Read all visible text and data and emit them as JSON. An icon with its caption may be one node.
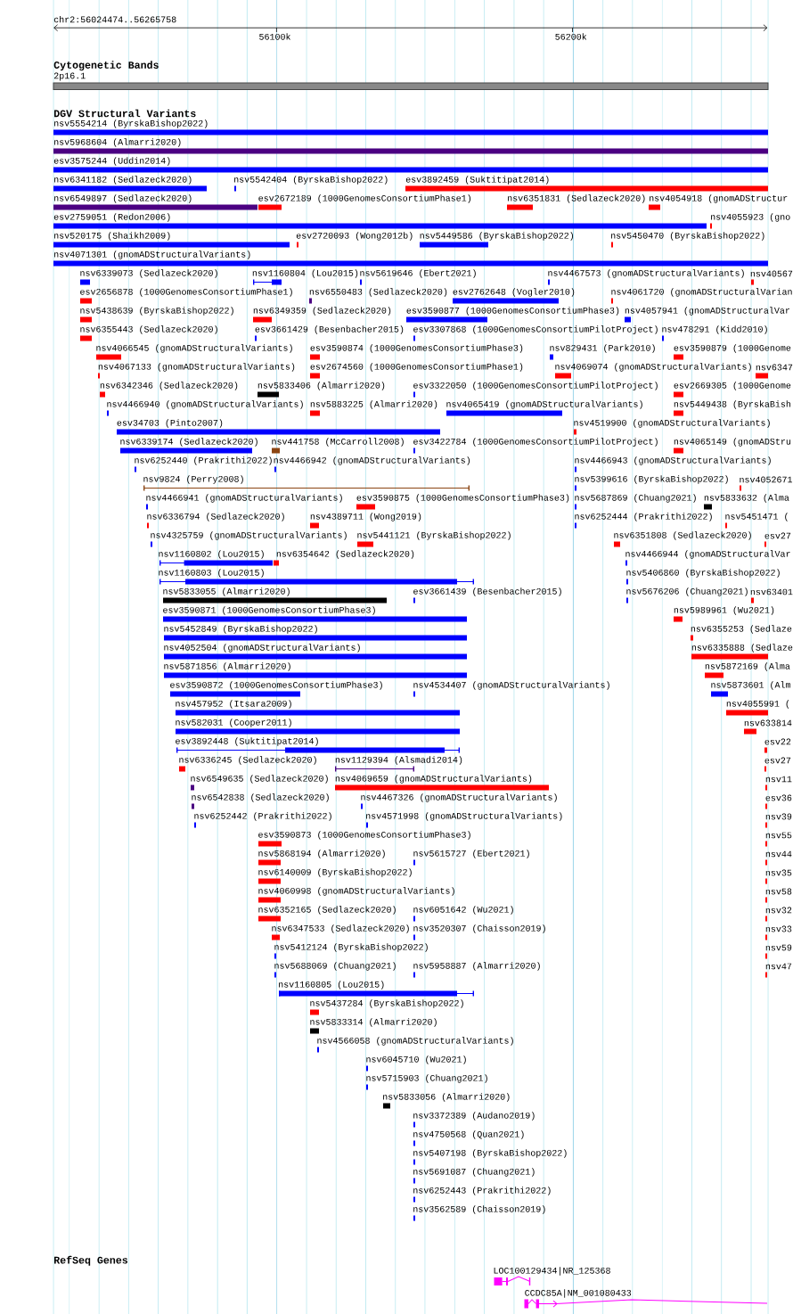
{
  "diagram": {
    "labels": [
      "chr2:56024474..56265758",
      "56100k",
      "56200k",
      "Cytogenetic Bands",
      "2p16.1",
      "DGV Structural Variants",
      "nsv5554214 (ByrskaBishop2022)",
      "nsv5968604 (Almarri2020)",
      "esv3575244 (Uddin2014)",
      "nsv6341182 (Sedlazeck2020)",
      "nsv5542404 (ByrskaBishop2022)",
      "esv3892459 (Suktitipat2014)",
      "nsv6549897 (Sedlazeck2020)",
      "esv2672189 (1000GenomesConsortiumPhase1)",
      "nsv6351831 (Sedlazeck2020)",
      "nsv4054918 (gnomADStructur",
      "esv2759051 (Redon2006)",
      "nsv4055923 (gno",
      "nsv520175 (Shaikh2009)",
      "esv2720093 (Wong2012b)",
      "nsv5449586 (ByrskaBishop2022)",
      "nsv5450470 (ByrskaBishop2022)",
      "nsv4071301 (gnomADStructuralVariants)",
      "nsv6339073 (Sedlazeck2020)",
      "nsv1160804 (Lou2015)",
      "nsv5619646 (Ebert2021)",
      "nsv4467573 (gnomADStructuralVariants)",
      "nsv40567",
      "esv2656878 (1000GenomesConsortiumPhase1)",
      "nsv6550483 (Sedlazeck2020)",
      "esv2762648 (Vogler2010)",
      "nsv4061720 (gnomADStructuralVarian",
      "nsv5438639 (ByrskaBishop2022)",
      "nsv6349359 (Sedlazeck2020)",
      "esv3590877 (1000GenomesConsortiumPhase3)",
      "nsv4057941 (gnomADStructuralVar",
      "nsv6355443 (Sedlazeck2020)",
      "esv3661429 (Besenbacher2015)",
      "esv3307868 (1000GenomesConsortiumPilotProject)",
      "nsv478291 (Kidd2010)",
      "nsv4066545 (gnomADStructuralVariants)",
      "esv3590874 (1000GenomesConsortiumPhase3)",
      "nsv829431 (Park2010)",
      "esv3590879 (1000Genome",
      "nsv4067133 (gnomADStructuralVariants)",
      "esv2674560 (1000GenomesConsortiumPhase1)",
      "nsv4069074 (gnomADStructuralVariants)",
      "nsv6347",
      "nsv6342346 (Sedlazeck2020)",
      "nsv5833406 (Almarri2020)",
      "esv3322050 (1000GenomesConsortiumPilotProject)",
      "esv2669305 (1000Genome",
      "nsv4466940 (gnomADStructuralVariants)",
      "nsv5883225 (Almarri2020)",
      "nsv4065419 (gnomADStructuralVariants)",
      "nsv5449438 (ByrskaBish",
      "esv34703 (Pinto2007)",
      "nsv4519900 (gnomADStructuralVariants)",
      "nsv6339174 (Sedlazeck2020)",
      "nsv441758 (McCarroll2008)",
      "esv3422784 (1000GenomesConsortiumPilotProject)",
      "nsv4065149 (gnomADStru",
      "nsv6252440 (Prakrithi2022)",
      "nsv4466942 (gnomADStructuralVariants)",
      "nsv4466943 (gnomADStructuralVariants)",
      "nsv9824 (Perry2008)",
      "nsv5399616 (ByrskaBishop2022)",
      "nsv4052671",
      "nsv4466941 (gnomADStructuralVariants)",
      "esv3590875 (1000GenomesConsortiumPhase3)",
      "nsv5687869 (Chuang2021)",
      "nsv5833632 (Alma",
      "nsv6336794 (Sedlazeck2020)",
      "nsv4389711 (Wong2019)",
      "nsv6252444 (Prakrithi2022)",
      "nsv5451471 (",
      "nsv4325759 (gnomADStructuralVariants)",
      "nsv5441121 (ByrskaBishop2022)",
      "nsv6351808 (Sedlazeck2020)",
      "esv27",
      "nsv1160802 (Lou2015)",
      "nsv6354642 (Sedlazeck2020)",
      "nsv4466944 (gnomADStructuralVar",
      "nsv1160803 (Lou2015)",
      "nsv5406860 (ByrskaBishop2022)",
      "nsv5833055 (Almarri2020)",
      "esv3661439 (Besenbacher2015)",
      "nsv5676206 (Chuang2021)",
      "nsv63401",
      "esv3590871 (1000GenomesConsortiumPhase3)",
      "nsv5989961 (Wu2021)",
      "nsv5452849 (ByrskaBishop2022)",
      "nsv6355253 (Sedlaze",
      "nsv4052504 (gnomADStructuralVariants)",
      "nsv6335888 (Sedlaze",
      "nsv5871856 (Almarri2020)",
      "nsv5872169 (Alma",
      "esv3590872 (1000GenomesConsortiumPhase3)",
      "nsv4534407 (gnomADStructuralVariants)",
      "nsv5873601 (Alm",
      "nsv457952 (Itsara2009)",
      "nsv4055991 (",
      "nsv582031 (Cooper2011)",
      "nsv633814",
      "esv3892448 (Suktitipat2014)",
      "esv22",
      "nsv6336245 (Sedlazeck2020)",
      "nsv1129394 (Alsmadi2014)",
      "esv27",
      "nsv6549635 (Sedlazeck2020)",
      "nsv4069659 (gnomADStructuralVariants)",
      "nsv11",
      "nsv6542838 (Sedlazeck2020)",
      "nsv4467326 (gnomADStructuralVariants)",
      "esv36",
      "nsv6252442 (Prakrithi2022)",
      "nsv4571998 (gnomADStructuralVariants)",
      "nsv39",
      "esv3590873 (1000GenomesConsortiumPhase3)",
      "nsv55",
      "nsv5868194 (Almarri2020)",
      "nsv5615727 (Ebert2021)",
      "nsv44",
      "nsv6140009 (ByrskaBishop2022)",
      "nsv35",
      "nsv4060998 (gnomADStructuralVariants)",
      "nsv58",
      "nsv6352165 (Sedlazeck2020)",
      "nsv6051642 (Wu2021)",
      "nsv32",
      "nsv6347533 (Sedlazeck2020)",
      "nsv3520307 (Chaisson2019)",
      "nsv33",
      "nsv5412124 (ByrskaBishop2022)",
      "nsv59",
      "nsv5688069 (Chuang2021)",
      "nsv5958887 (Almarri2020)",
      "nsv47",
      "nsv1160805 (Lou2015)",
      "nsv5437284 (ByrskaBishop2022)",
      "nsv5833314 (Almarri2020)",
      "nsv4566058 (gnomADStructuralVariants)",
      "nsv6045710 (Wu2021)",
      "nsv5715903 (Chuang2021)",
      "nsv5833056 (Almarri2020)",
      "nsv3372389 (Audano2019)",
      "nsv4750568 (Quan2021)",
      "nsv5407198 (ByrskaBishop2022)",
      "nsv5691087 (Chuang2021)",
      "nsv6252443 (Prakrithi2022)",
      "nsv3562589 (Chaisson2019)",
      "RefSeq Genes",
      "LOC100129434|NR_125368",
      "CCDC85A|NM_001080433"
    ]
  }
}
